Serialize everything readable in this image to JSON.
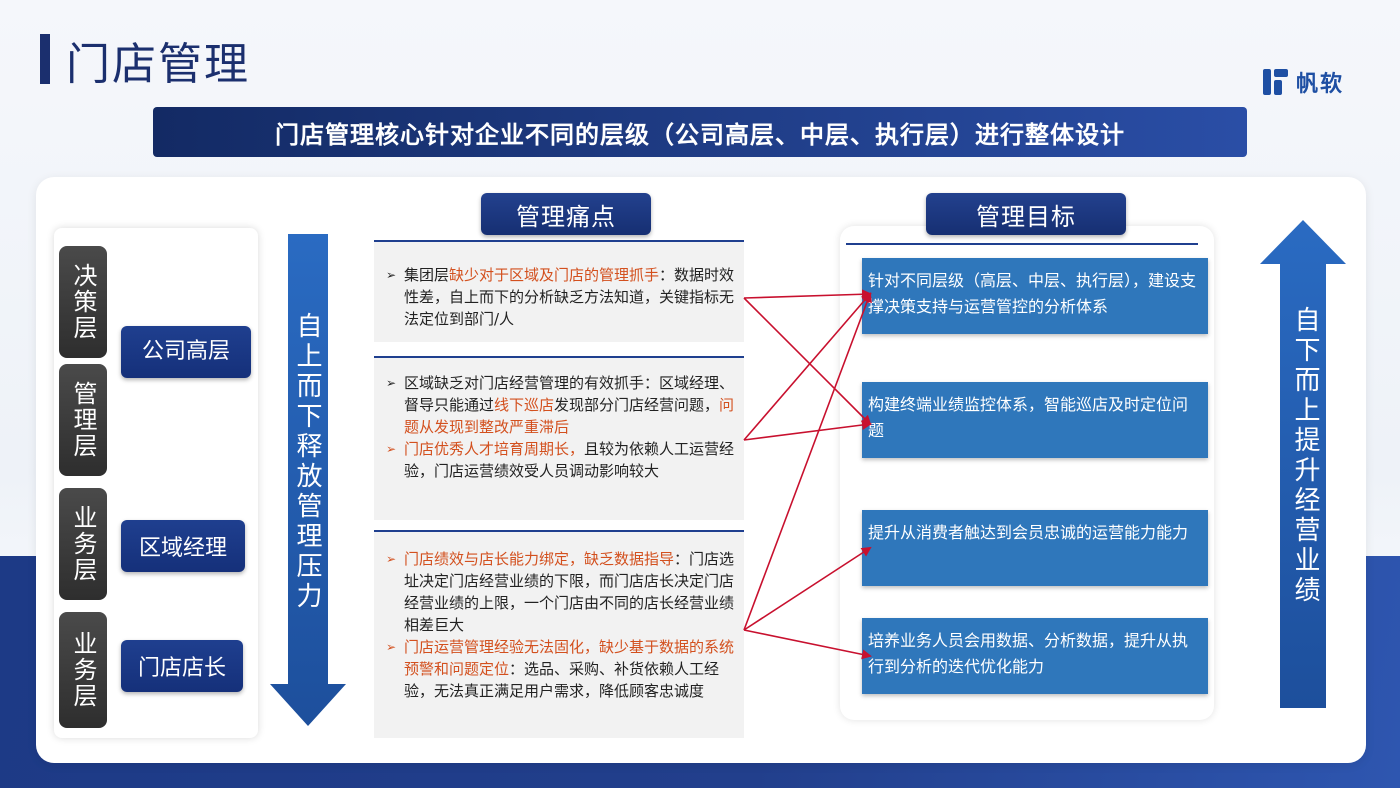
{
  "page": {
    "title": "门店管理"
  },
  "brand": {
    "logo_text": "帆软"
  },
  "banner": {
    "text": "门店管理核心针对企业不同的层级（公司高层、中层、执行层）进行整体设计"
  },
  "levels": [
    {
      "label": "决策层"
    },
    {
      "label": "管理层"
    },
    {
      "label": "业务层"
    },
    {
      "label": "业务层"
    }
  ],
  "roles": [
    {
      "label": "公司高层"
    },
    {
      "label": "区域经理"
    },
    {
      "label": "门店店长"
    }
  ],
  "down_arrow": {
    "text": "自上而下释放管理压力"
  },
  "up_arrow": {
    "text": "自下而上提升经营业绩"
  },
  "pain_points": {
    "label": "管理痛点",
    "boxes": [
      {
        "items": [
          {
            "parts": [
              {
                "t": "集团层",
                "hl": false
              },
              {
                "t": "缺少对于区域及门店的管理抓手",
                "hl": true
              },
              {
                "t": "：数据时效性差，自上而下的分析缺乏方法知道，关键指标无法定位到部门/人",
                "hl": false
              }
            ]
          }
        ]
      },
      {
        "items": [
          {
            "parts": [
              {
                "t": "区域缺乏对门店经营管理的有效抓手：区域经理、督导只能通过",
                "hl": false
              },
              {
                "t": "线下巡店",
                "hl": true
              },
              {
                "t": "发现部分门店经营问题，",
                "hl": false
              },
              {
                "t": "问题从发现到整改严重滞后",
                "hl": true
              }
            ]
          },
          {
            "parts": [
              {
                "t": "门店优秀人才培育周期长，",
                "hl": true
              },
              {
                "t": "且较为依赖人工运营经验，门店运营绩效受人员调动影响较大",
                "hl": false
              }
            ]
          }
        ]
      },
      {
        "items": [
          {
            "parts": [
              {
                "t": "门店绩效与店长能力绑定，缺乏数据指导",
                "hl": true
              },
              {
                "t": "：门店选址决定门店经营业绩的下限，而门店店长决定门店经营业绩的上限，一个门店由不同的店长经营业绩相差巨大",
                "hl": false
              }
            ]
          },
          {
            "parts": [
              {
                "t": "门店运营管理经验无法固化，缺少基于数据的系统预警和问题定位",
                "hl": true
              },
              {
                "t": "：选品、采购、补货依赖人工经验，无法真正满足用户需求，降低顾客忠诚度",
                "hl": false
              }
            ]
          }
        ]
      }
    ]
  },
  "goals": {
    "label": "管理目标",
    "items": [
      {
        "text": "针对不同层级（高层、中层、执行层），建设支撑决策支持与运营管控的分析体系"
      },
      {
        "text": "构建终端业绩监控体系，智能巡店及时定位问题"
      },
      {
        "text": "提升从消费者触达到会员忠诚的运营能力能力"
      },
      {
        "text": "培养业务人员会用数据、分析数据，提升从执行到分析的迭代优化能力"
      }
    ]
  },
  "colors": {
    "navy": "#1b2f6e",
    "highlight": "#d3501e",
    "goal_blue": "#2f77bb",
    "connector_red": "#c8102e"
  },
  "icons": {
    "bullet": "arrowhead-bullet-icon",
    "logo": "fanruan-logo-icon"
  }
}
